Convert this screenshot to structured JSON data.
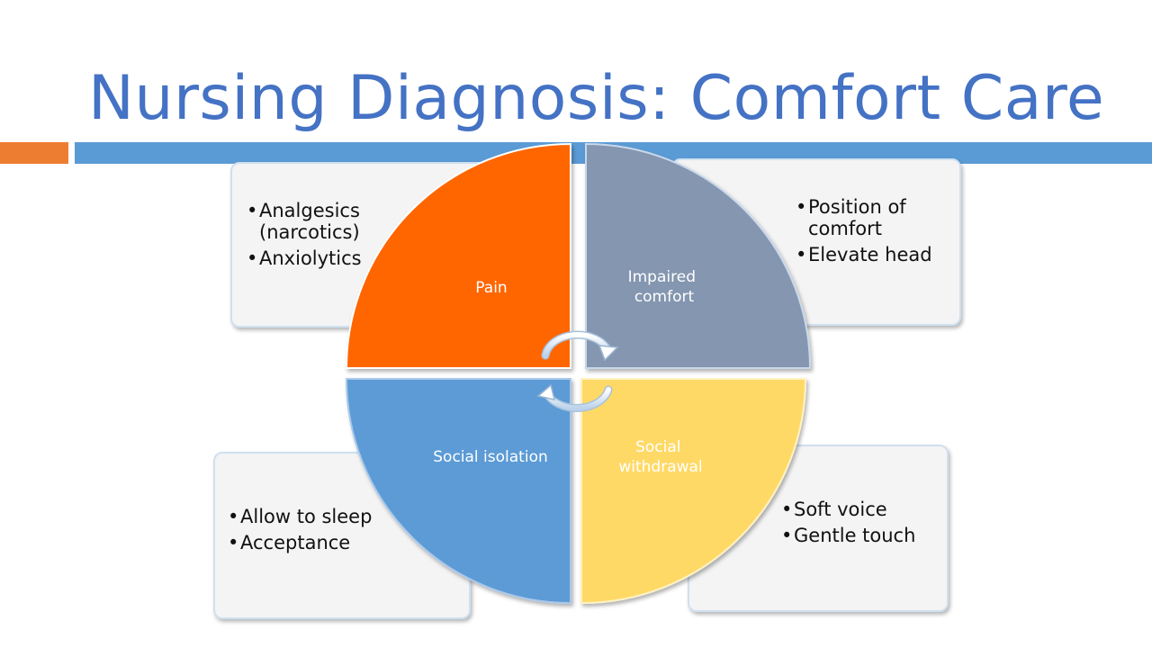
{
  "title": "Nursing Diagnosis:  Comfort Care",
  "colors": {
    "title": "#4472c4",
    "accent_bar": "#ed7d31",
    "main_bar": "#5b9bd5",
    "quadrant_pain": "#ff6600",
    "quadrant_impaired": "#8496b0",
    "quadrant_isolation": "#5b9bd5",
    "quadrant_withdrawal": "#ffd966"
  },
  "quadrants": [
    {
      "id": "pain",
      "label": "Pain",
      "bullets": [
        "Analgesics (narcotics)",
        "Anxiolytics"
      ]
    },
    {
      "id": "impaired-comfort",
      "label": "Impaired comfort",
      "bullets": [
        "Position of comfort",
        "Elevate head"
      ]
    },
    {
      "id": "social-isolation",
      "label": "Social isolation",
      "bullets": [
        "Allow to sleep",
        "Acceptance"
      ]
    },
    {
      "id": "social-withdrawal",
      "label": "Social withdrawal",
      "bullets": [
        "Soft voice",
        "Gentle touch"
      ]
    }
  ],
  "cycle_icon": "circular-arrows-icon"
}
